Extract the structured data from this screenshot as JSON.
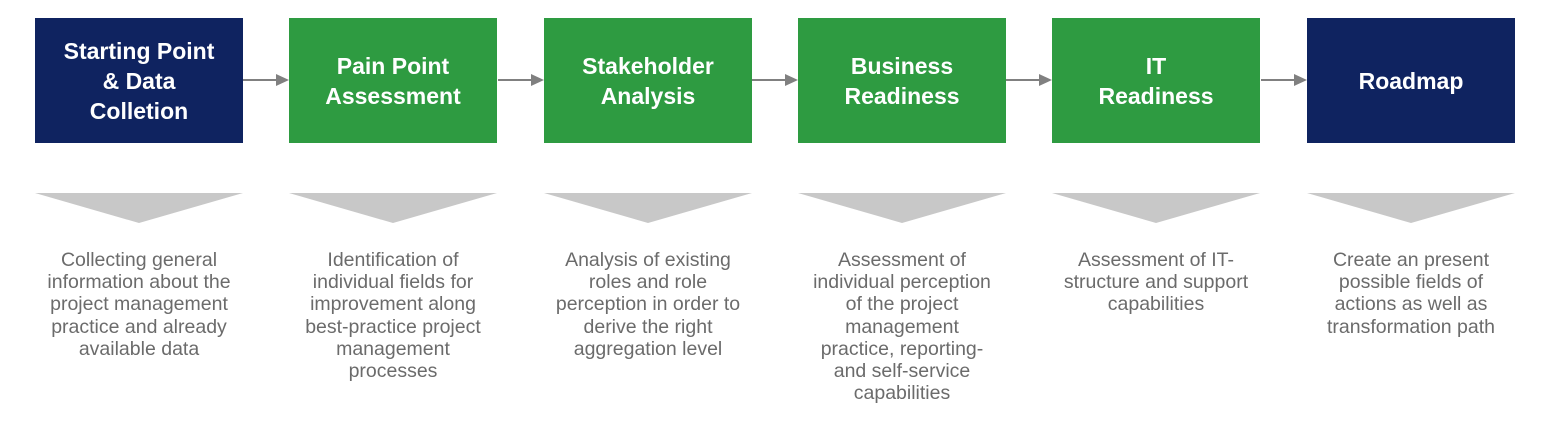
{
  "steps": [
    {
      "title": "Starting Point\n& Data\nColletion",
      "color": "#0f2360",
      "description": "Collecting general\ninformation about the\nproject management\npractice and already\navailable data"
    },
    {
      "title": "Pain Point\nAssessment",
      "color": "#2e9b41",
      "description": "Identification of\nindividual fields for\nimprovement along\nbest-practice project\nmanagement\nprocesses"
    },
    {
      "title": "Stakeholder\nAnalysis",
      "color": "#2e9b41",
      "description": "Analysis of existing\nroles and role\nperception in order to\nderive the right\naggregation level"
    },
    {
      "title": "Business\nReadiness",
      "color": "#2e9b41",
      "description": "Assessment of\nindividual perception\nof the project\nmanagement\npractice, reporting-\nand self-service\ncapabilities"
    },
    {
      "title": "IT\nReadiness",
      "color": "#2e9b41",
      "description": "Assessment of IT-\nstructure and support\ncapabilities"
    },
    {
      "title": "Roadmap",
      "color": "#0f2360",
      "description": "Create an present\npossible fields of\nactions as well as\ntransformation path"
    }
  ],
  "colors": {
    "navy": "#0f2360",
    "green": "#2e9b41",
    "connector": "#808080",
    "chevron": "#c8c8c8",
    "description_text": "#6b6b6b"
  }
}
